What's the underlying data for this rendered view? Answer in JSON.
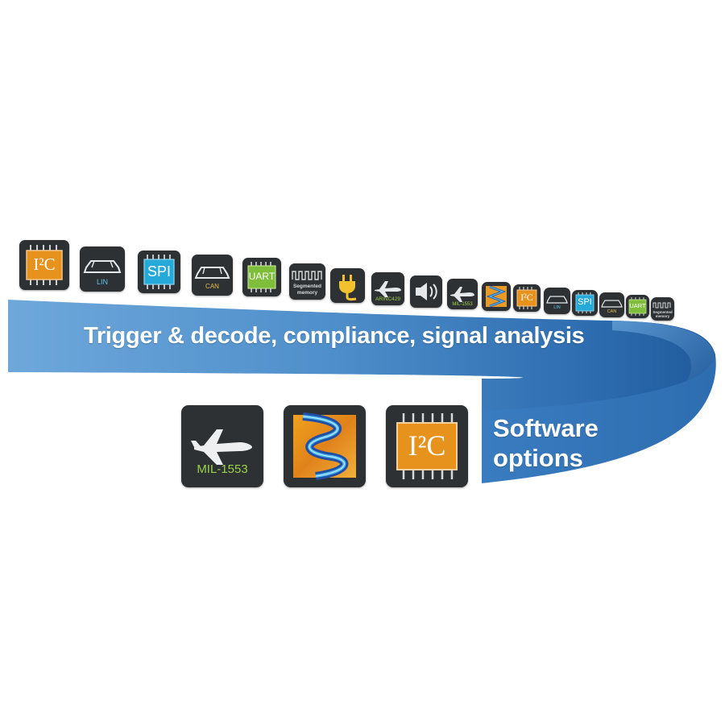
{
  "banner": {
    "headline": "Trigger & decode, compliance, signal analysis",
    "side_line1": "Software",
    "side_line2": "options",
    "color_light": "#5a9bd3",
    "color_dark": "#2a6aad"
  },
  "top_tiles": [
    {
      "icon": "i2c-chip-icon",
      "badge": "I²C"
    },
    {
      "icon": "car-icon",
      "label": "LIN"
    },
    {
      "icon": "spi-chip-icon",
      "badge": "SPI"
    },
    {
      "icon": "car-icon",
      "label": "CAN"
    },
    {
      "icon": "uart-chip-icon",
      "badge": "UART"
    },
    {
      "icon": "segmented-memory-icon",
      "label": "Segmented memory"
    },
    {
      "icon": "power-plug-icon"
    },
    {
      "icon": "airplane-icon",
      "label": "ARINC429"
    },
    {
      "icon": "speaker-icon"
    },
    {
      "icon": "airplane-icon",
      "label": "MIL-1553"
    },
    {
      "icon": "spectrum-waveform-icon"
    },
    {
      "icon": "i2c-chip-icon",
      "badge": "I²C"
    },
    {
      "icon": "car-icon",
      "label": "LIN"
    },
    {
      "icon": "spi-chip-icon",
      "badge": "SPI"
    },
    {
      "icon": "car-icon",
      "label": "CAN"
    },
    {
      "icon": "uart-chip-icon",
      "badge": "UART"
    },
    {
      "icon": "segmented-memory-icon",
      "label": "Segmented memory"
    }
  ],
  "bottom_tiles": [
    {
      "icon": "airplane-icon",
      "label": "MIL-1553"
    },
    {
      "icon": "spectrum-waveform-icon"
    },
    {
      "icon": "i2c-chip-icon",
      "badge": "I²C"
    }
  ],
  "colors": {
    "tile": "#2d3134",
    "orange": "#e8921e",
    "cyan": "#25a9d8",
    "green": "#7fbe3a"
  }
}
